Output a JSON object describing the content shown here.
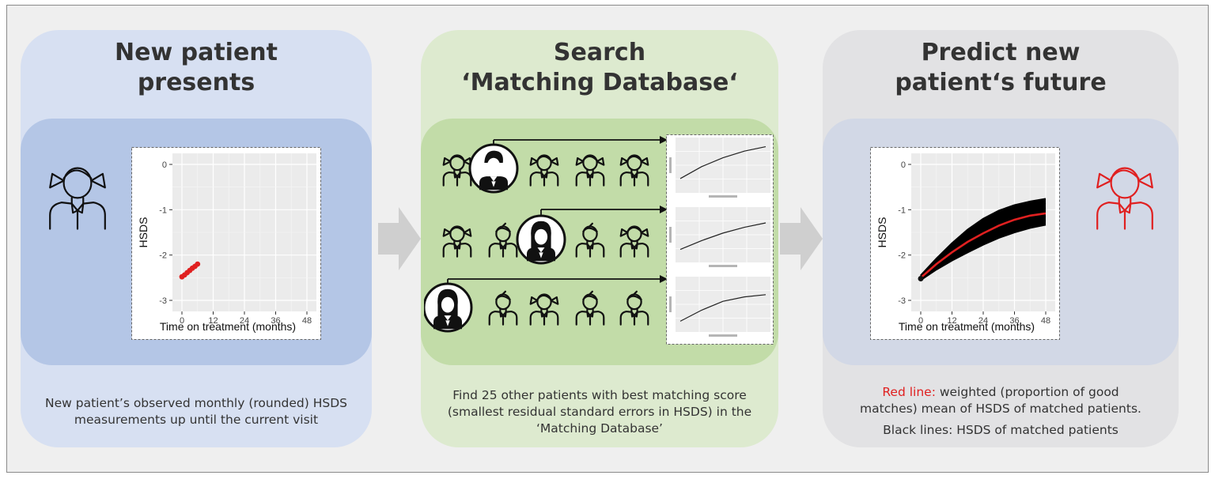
{
  "panels": [
    {
      "title_line1": "New patient",
      "title_line2": "presents",
      "caption_line1": "New patient’s observed monthly (rounded) HSDS",
      "caption_line2": "measurements up until the current visit"
    },
    {
      "title_line1": "Search",
      "title_line2": "‘Matching Database‘",
      "caption_line1": "Find 25 other patients with best matching score",
      "caption_line2": "(smallest residual standard errors in HSDS) in the",
      "caption_line3": "‘Matching Database’"
    },
    {
      "title_line1": "Predict new",
      "title_line2": "patient‘s future",
      "caption_red": "Red line:",
      "caption_line1_rest": " weighted (proportion of good",
      "caption_line2": "matches) mean of HSDS of matched patients.",
      "caption_black": "Black lines:",
      "caption_line3_rest": " HSDS of matched patients"
    }
  ],
  "charts": {
    "ylabel": "HSDS",
    "xlabel": "Time on treatment (months)",
    "x_ticks": [
      "0",
      "12",
      "24",
      "36",
      "48"
    ],
    "y_ticks": [
      "0",
      "-1",
      "-2",
      "-3"
    ]
  },
  "chart_data": [
    {
      "type": "scatter",
      "xlabel": "Time on treatment (months)",
      "ylabel": "HSDS",
      "xlim": [
        0,
        48
      ],
      "ylim": [
        -3,
        0
      ],
      "series": [
        {
          "x": [
            0,
            1,
            2,
            3,
            4,
            5,
            6
          ],
          "y": [
            -2.48,
            -2.44,
            -2.39,
            -2.34,
            -2.29,
            -2.25,
            -2.2
          ]
        }
      ],
      "colors": {
        "points": "#e02020"
      }
    },
    {
      "type": "line",
      "xlabel": "Time on treatment (months)",
      "ylabel": "HSDS",
      "xlim": [
        0,
        48
      ],
      "ylim": [
        -3,
        0
      ],
      "series": [
        {
          "x": [
            0,
            6,
            12,
            18,
            24,
            30,
            36,
            42,
            48
          ],
          "y": [
            -2.5,
            -2.2,
            -1.94,
            -1.71,
            -1.52,
            -1.35,
            -1.22,
            -1.13,
            -1.08
          ]
        }
      ],
      "band": {
        "x": [
          0,
          6,
          12,
          18,
          24,
          30,
          36,
          42,
          48
        ],
        "lower": [
          -2.55,
          -2.32,
          -2.12,
          -1.94,
          -1.77,
          -1.62,
          -1.5,
          -1.4,
          -1.33
        ],
        "upper": [
          -2.45,
          -2.08,
          -1.74,
          -1.44,
          -1.2,
          -1.02,
          -0.9,
          -0.82,
          -0.76
        ]
      },
      "colors": {
        "weighted_mean": "#e02020",
        "matched": "#000000"
      }
    }
  ],
  "colors": {
    "accent_red": "#e02020"
  },
  "icons": [
    "girl-icon",
    "boy-icon",
    "right-arrow-icon"
  ]
}
